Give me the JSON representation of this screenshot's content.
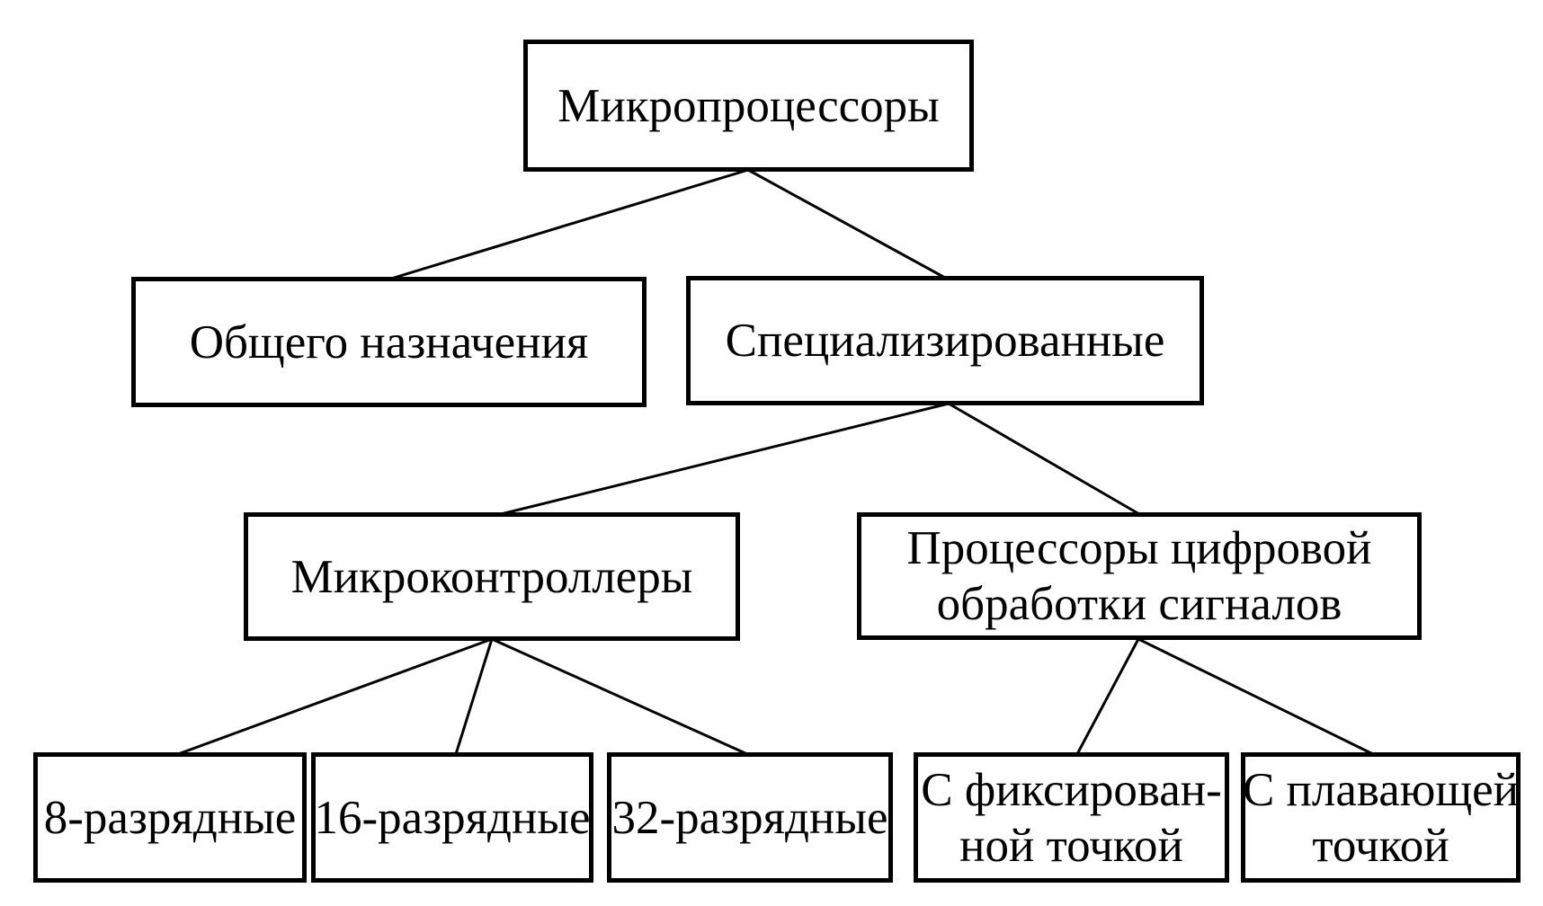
{
  "diagram": {
    "background_color": "#ffffff",
    "box_fill_color": "#ffffff",
    "box_border_color": "#000000",
    "text_color": "#000000",
    "connector_color": "#000000",
    "nodes": [
      {
        "id": "microprocessors",
        "label": "Микропроцессоры",
        "lines": [
          "Микропроцессоры"
        ],
        "children": [
          "general-purpose",
          "specialized"
        ]
      },
      {
        "id": "general-purpose",
        "label": "Общего назначения",
        "lines": [
          "Общего назначения"
        ],
        "children": []
      },
      {
        "id": "specialized",
        "label": "Специализированные",
        "lines": [
          "Специализированные"
        ],
        "children": [
          "microcontrollers",
          "dsp"
        ]
      },
      {
        "id": "microcontrollers",
        "label": "Микроконтроллеры",
        "lines": [
          "Микроконтроллеры"
        ],
        "children": [
          "8-bit",
          "16-bit",
          "32-bit"
        ]
      },
      {
        "id": "dsp",
        "label": "Процессоры цифровой обработки сигналов",
        "lines": [
          "Процессоры цифровой",
          "обработки сигналов"
        ],
        "children": [
          "fixed-point",
          "floating-point"
        ]
      },
      {
        "id": "8-bit",
        "label": "8-разрядные",
        "lines": [
          "8-разрядные"
        ],
        "children": []
      },
      {
        "id": "16-bit",
        "label": "16-разрядные",
        "lines": [
          "16-разрядные"
        ],
        "children": []
      },
      {
        "id": "32-bit",
        "label": "32-разрядные",
        "lines": [
          "32-разрядные"
        ],
        "children": []
      },
      {
        "id": "fixed-point",
        "label": "С фиксирован- ной точкой",
        "lines": [
          "С фиксирован-",
          "ной точкой"
        ],
        "children": []
      },
      {
        "id": "floating-point",
        "label": "С плавающей точкой",
        "lines": [
          "С плавающей",
          "точкой"
        ],
        "children": []
      }
    ]
  }
}
